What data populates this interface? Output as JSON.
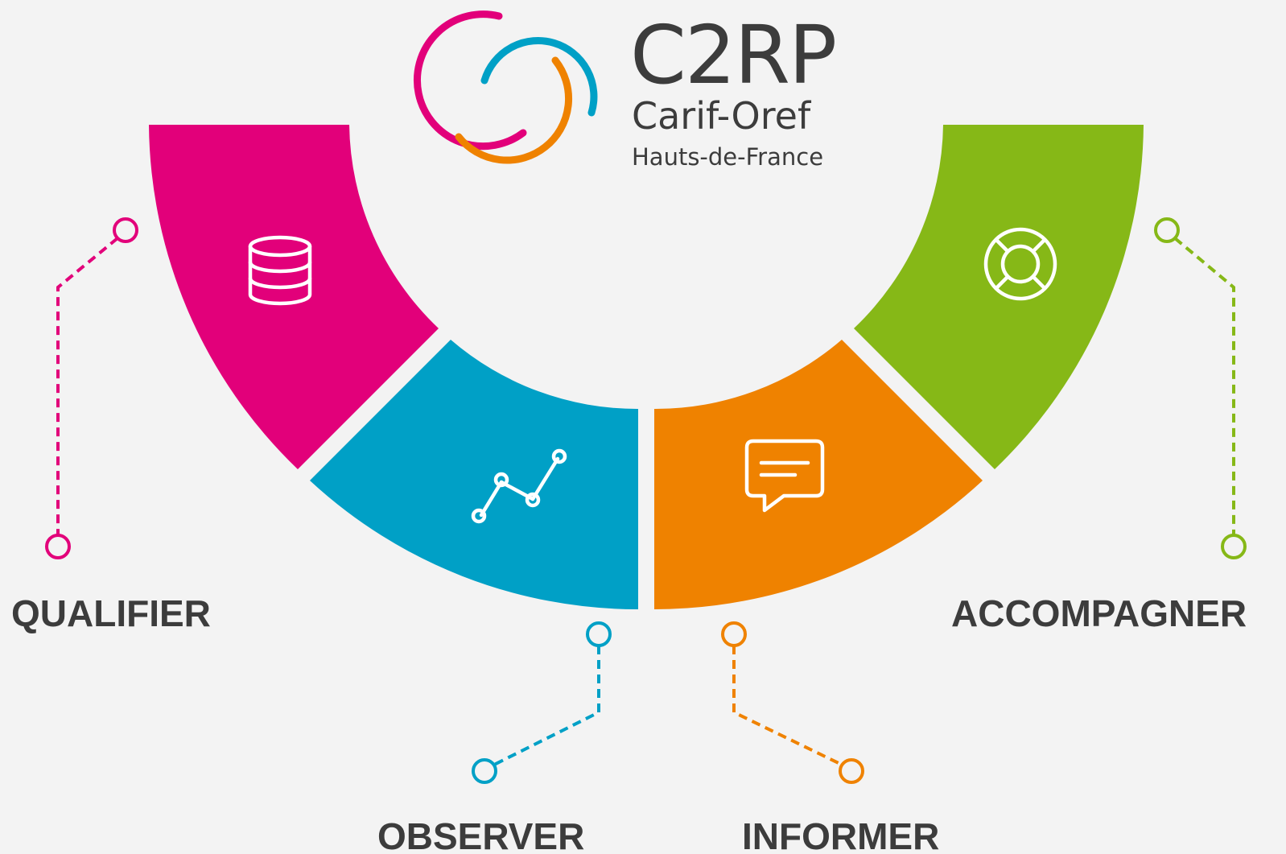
{
  "logo": {
    "title": "C2RP",
    "subtitle": "Carif-Oref",
    "region": "Hauts-de-France",
    "colors": [
      "#e2007a",
      "#00a0c6",
      "#ef8200"
    ]
  },
  "steps": [
    {
      "label": "QUALIFIER",
      "color": "#e2007a",
      "icon": "database-icon"
    },
    {
      "label": "OBSERVER",
      "color": "#00a0c6",
      "icon": "line-chart-icon"
    },
    {
      "label": "INFORMER",
      "color": "#ef8200",
      "icon": "speech-bubble-icon"
    },
    {
      "label": "ACCOMPAGNER",
      "color": "#86b817",
      "icon": "lifebuoy-icon"
    }
  ],
  "text_color": "#3c3c3c",
  "background": "#f3f3f3"
}
